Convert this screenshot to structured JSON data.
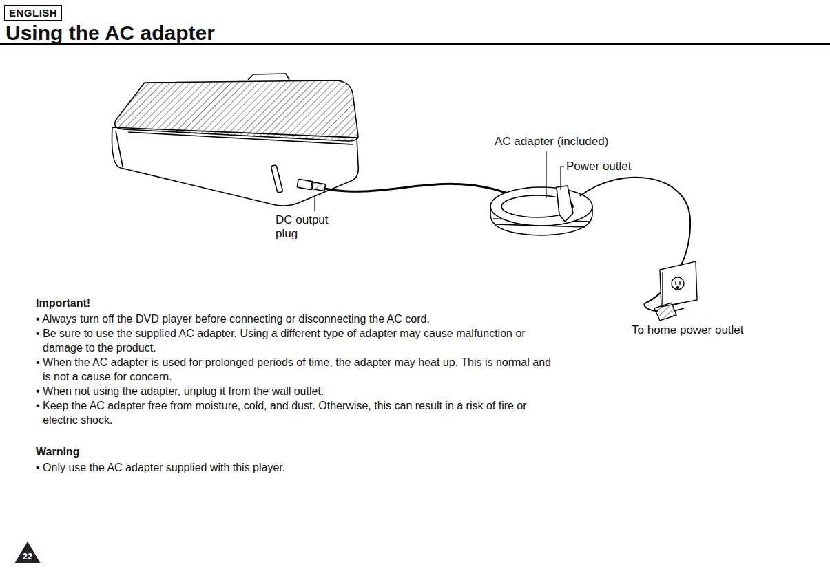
{
  "diagram": {
    "title": "Using the AC adapter",
    "nodes": [
      {
        "text": [
          "ENGLISH"
        ]
      },
      {
        "text": [
          "22"
        ]
      }
    ],
    "labels": [
      "AC adapter (included)",
      "Power outlet",
      "DC output plug",
      "Important!",
      "• Always turn off the DVD player before connecting or disconnecting the AC cord.",
      "• Be sure to use the supplied AC adapter. Using a different type of adapter may cause malfunction or damage to the product.",
      "• When the AC adapter is used for prolonged periods of time, the adapter may heat up. This is normal and is not a cause for concern.",
      "• When not using the adapter, unplug it from the wall outlet.",
      "• Keep the AC adapter free from moisture, cold, and dust. Otherwise, this can result in a risk of fire or electric shock.",
      "To home power outlet",
      "Warning",
      "• Only use the AC adapter supplied with this player."
    ]
  }
}
